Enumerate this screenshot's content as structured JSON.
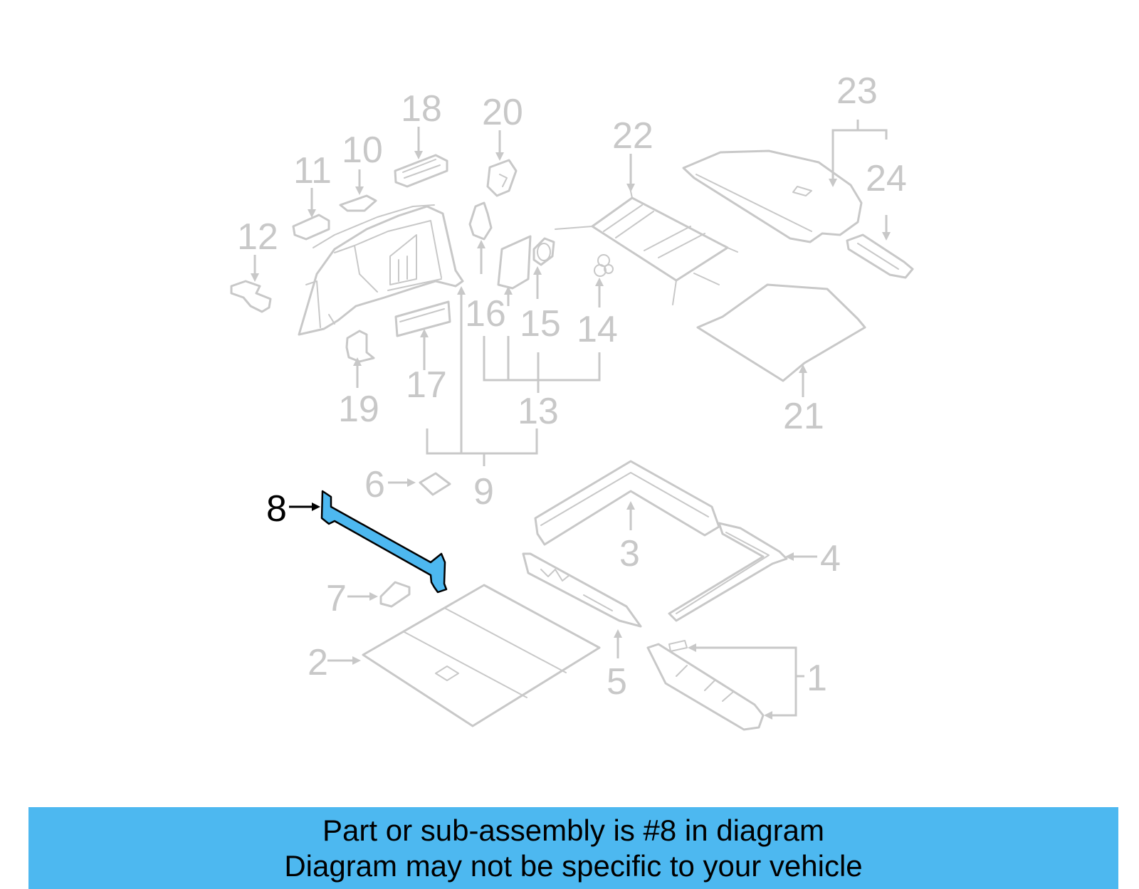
{
  "diagram": {
    "highlight_color": "#4db8f0",
    "line_color": "#c8c8c8",
    "highlighted_callout": "8",
    "callouts": {
      "c1": "1",
      "c2": "2",
      "c3": "3",
      "c4": "4",
      "c5": "5",
      "c6": "6",
      "c7": "7",
      "c8": "8",
      "c9": "9",
      "c10": "10",
      "c11": "11",
      "c12": "12",
      "c13": "13",
      "c14": "14",
      "c15": "15",
      "c16": "16",
      "c17": "17",
      "c18": "18",
      "c19": "19",
      "c20": "20",
      "c21": "21",
      "c22": "22",
      "c23": "23",
      "c24": "24"
    }
  },
  "banner": {
    "line1": "Part or sub-assembly is #8 in diagram",
    "line2": "Diagram may not be specific to your vehicle",
    "background": "#4db8f0"
  }
}
